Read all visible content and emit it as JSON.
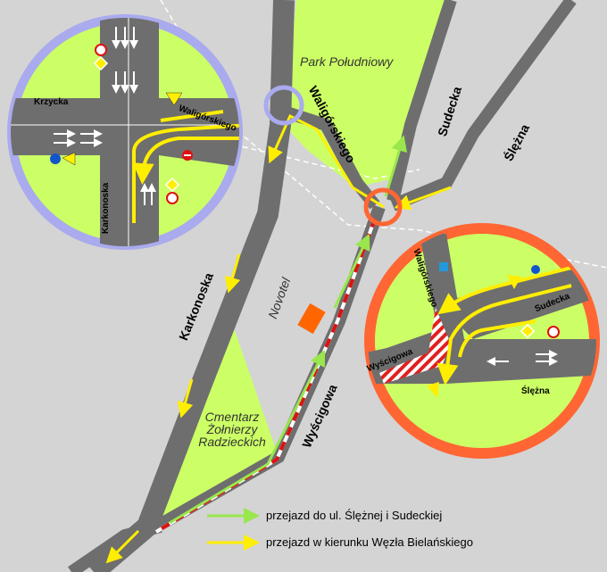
{
  "map": {
    "areas": {
      "park": "Park Południowy",
      "hotel": "Novotel",
      "cemetery": "Cmentarz\nŻołnierzy\nRadzieckich"
    },
    "streets": {
      "karkonoska": "Karkonoska",
      "waligorskiego": "Waligórskiego",
      "sudecka": "Sudecka",
      "slezna": "Ślężna",
      "wyscigowa": "Wyścigowa"
    },
    "inset_left": {
      "krzycka": "Krzycka",
      "waligorskiego": "Waligórskiego",
      "karkonoska": "Karkonoska"
    },
    "inset_right": {
      "waligorskiego": "Waligórskiego",
      "sudecka": "Sudecka",
      "wyscigowa": "Wyścigowa",
      "slezna": "Ślężna"
    },
    "colors": {
      "background": "#d4d4d4",
      "green": "#ccff66",
      "road": "#6e6e6e",
      "route_green": "#99e64d",
      "route_yellow": "#ffee00",
      "inset_left_ring": "#aaaaee",
      "inset_right_ring": "#ff6633",
      "tram": "#dd1111"
    }
  },
  "legend": [
    {
      "icon": "green-arrow-icon",
      "label": "przejazd do ul. Ślężnej i Sudeckiej"
    },
    {
      "icon": "yellow-arrow-icon",
      "label": "przejazd w kierunku Węzła Bielańskiego"
    }
  ]
}
